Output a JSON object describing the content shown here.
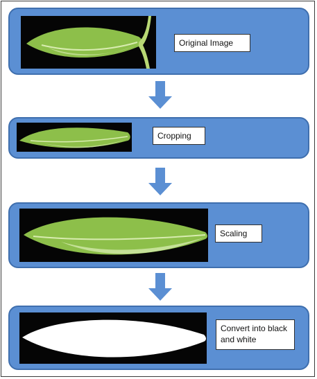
{
  "steps": [
    {
      "label": "Original Image"
    },
    {
      "label": "Cropping"
    },
    {
      "label": "Scaling"
    },
    {
      "label": "Convert into black and white"
    }
  ],
  "colors": {
    "panel_fill": "#5b8fd3",
    "panel_border": "#3f6fae",
    "arrow_fill": "#5b8fd3",
    "label_bg": "#ffffff",
    "leaf_green": "#8dbf4a",
    "leaf_light": "#d8ecb0",
    "photo_bg": "#050505",
    "mask_white": "#ffffff"
  },
  "icons": {
    "arrow": "down-arrow-icon"
  }
}
